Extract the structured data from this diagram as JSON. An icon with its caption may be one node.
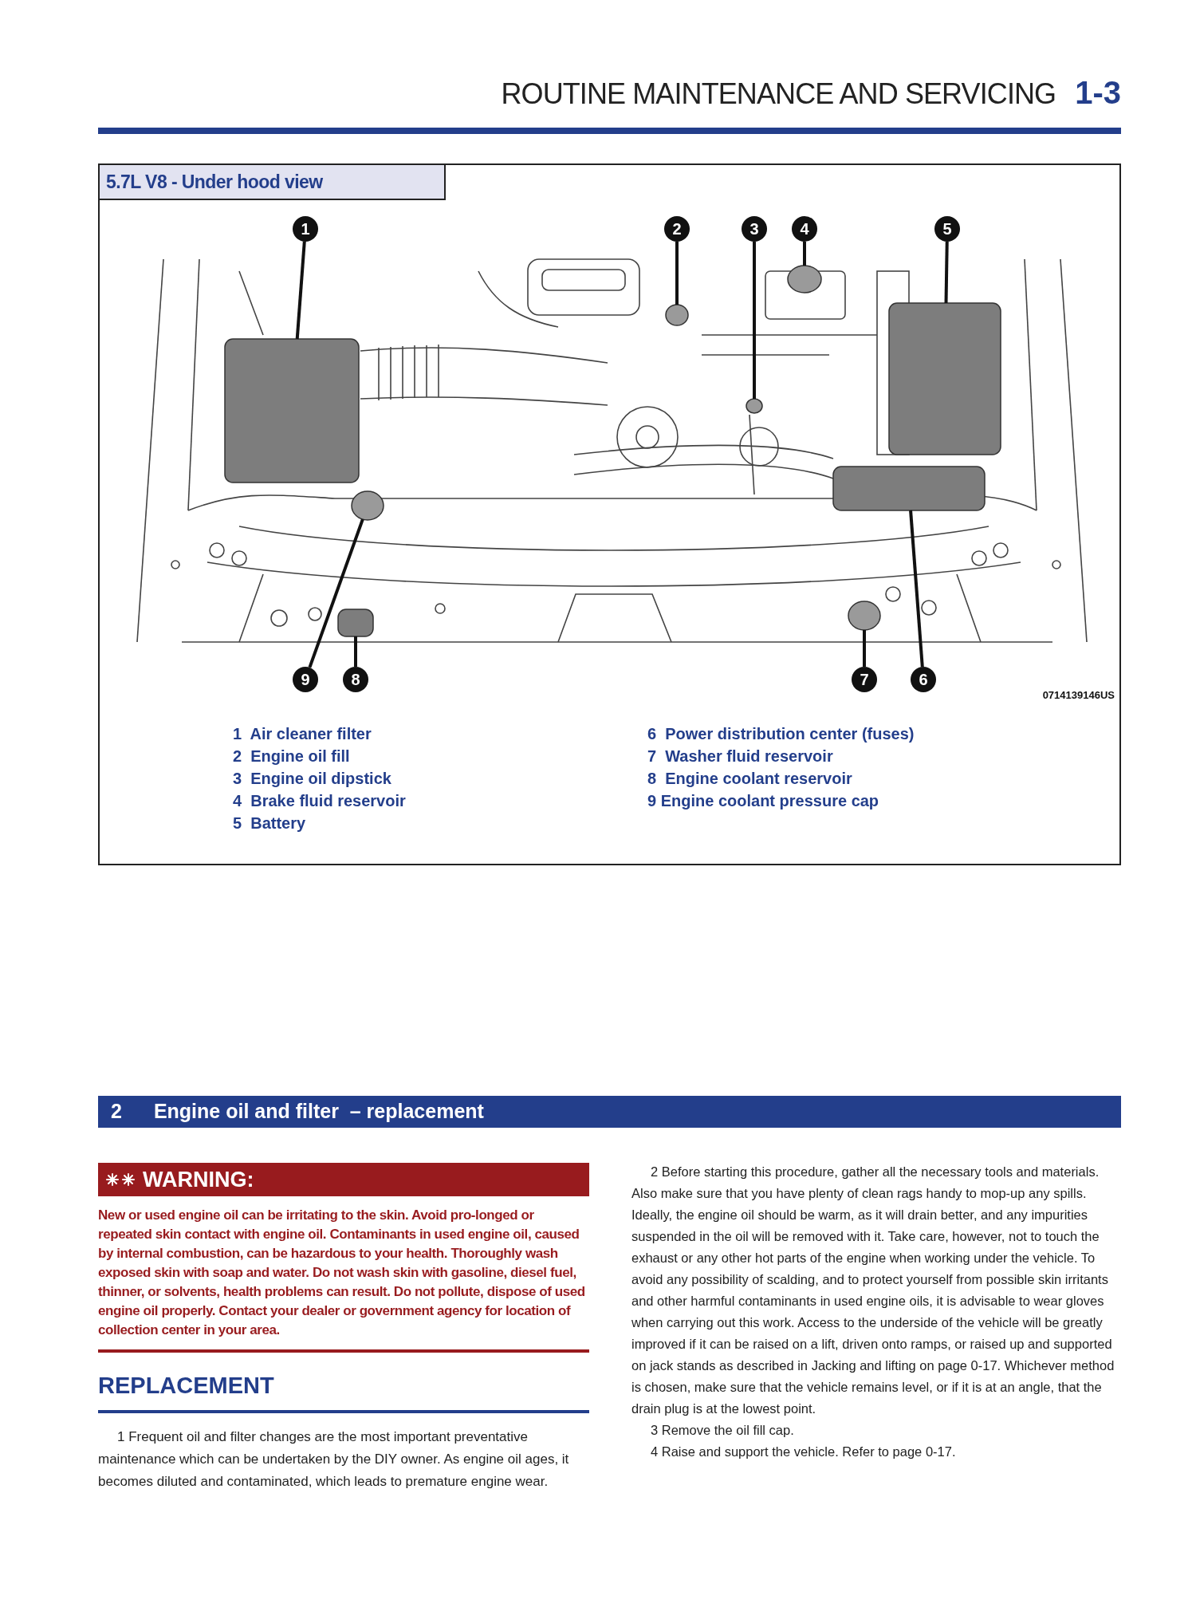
{
  "diagram": {
    "title": "5.7L V8 - Under hood view",
    "nodes": [
      {
        "text": [
          "1"
        ]
      },
      {
        "text": [
          "2"
        ]
      },
      {
        "text": [
          "3"
        ]
      },
      {
        "text": [
          "4"
        ]
      },
      {
        "text": [
          "5"
        ]
      },
      {
        "text": [
          "9"
        ]
      },
      {
        "text": [
          "8"
        ]
      },
      {
        "text": [
          "7"
        ]
      },
      {
        "text": [
          "6"
        ]
      },
      {
        "text": [],
        "shape": "box"
      },
      {
        "text": [],
        "shape": "box"
      },
      {
        "text": [],
        "shape": "circle"
      },
      {
        "text": [],
        "shape": "circle"
      },
      {
        "text": [],
        "shape": "circle"
      },
      {
        "text": [],
        "shape": "circle"
      },
      {
        "text": [],
        "shape": "circle"
      },
      {
        "text": [],
        "shape": "box"
      },
      {
        "text": [],
        "shape": "box"
      }
    ],
    "edges": [
      {
        "from": 0,
        "to": 9,
        "arrow": "none"
      },
      {
        "from": 1,
        "to": 12,
        "arrow": "none"
      },
      {
        "from": 2,
        "to": 13,
        "arrow": "none"
      },
      {
        "from": 3,
        "to": 14,
        "arrow": "none"
      },
      {
        "from": 4,
        "to": 17,
        "arrow": "none"
      },
      {
        "from": 5,
        "to": 11,
        "arrow": "none"
      },
      {
        "from": 6,
        "to": 10,
        "arrow": "none"
      },
      {
        "from": 7,
        "to": 15,
        "arrow": "none"
      },
      {
        "from": 8,
        "to": 16,
        "arrow": "none"
      }
    ],
    "labels": [
      "ROUTINE MAINTENANCE AND SERVICING",
      "1-3",
      "0714139146US",
      "1  Air cleaner filter",
      "2  Engine oil fill",
      "3  Engine oil dipstick",
      "4  Brake fluid reservoir",
      "5  Battery",
      "6  Power distribution center (fuses)",
      "7  Washer fluid reservoir",
      "8  Engine coolant reservoir",
      "9 Engine coolant pressure cap",
      "2",
      "Engine oil and filter  – replacement",
      "WARNING:",
      "New or used engine oil can be irritating to the skin. Avoid pro-longed or repeated skin contact with engine oil. Contaminants in used engine oil, caused by internal combustion, can be hazardous to your health. Thoroughly wash exposed skin with soap and water. Do not wash skin with gasoline, diesel fuel, thinner, or solvents, health problems can result. Do not pollute, dispose of used engine oil properly. Contact your dealer or government agency for location of collection center in your area.",
      "REPLACEMENT",
      "1  Frequent oil and filter changes are the most important preventative maintenance which can be undertaken by the DIY owner. As engine oil ages, it becomes diluted and contaminated, which leads to premature engine wear.",
      "2  Before starting this procedure, gather all the necessary tools and materials. Also make sure that you have plenty of clean rags handy to mop-up any spills. Ideally, the engine oil should be warm, as it will drain better, and any impurities suspended in the oil will be removed with it. Take care, however, not to touch the exhaust or any other hot parts of the engine when working under the vehicle. To avoid any possibility of scalding, and to protect yourself from possible skin irritants and other harmful contaminants in used engine oils, it is advisable to wear gloves when carrying out this work. Access to the underside of the vehicle will be greatly improved if it can be raised on a lift, driven onto ramps, or raised up and supported on jack stands as described in Jacking and lifting on page 0-17. Whichever method is chosen, make sure that the vehicle remains level, or if it is at an angle, that the drain plug is at the lowest point.",
      "3  Remove the oil fill cap.",
      "4  Raise and support the vehicle. Refer to page 0-17."
    ]
  }
}
